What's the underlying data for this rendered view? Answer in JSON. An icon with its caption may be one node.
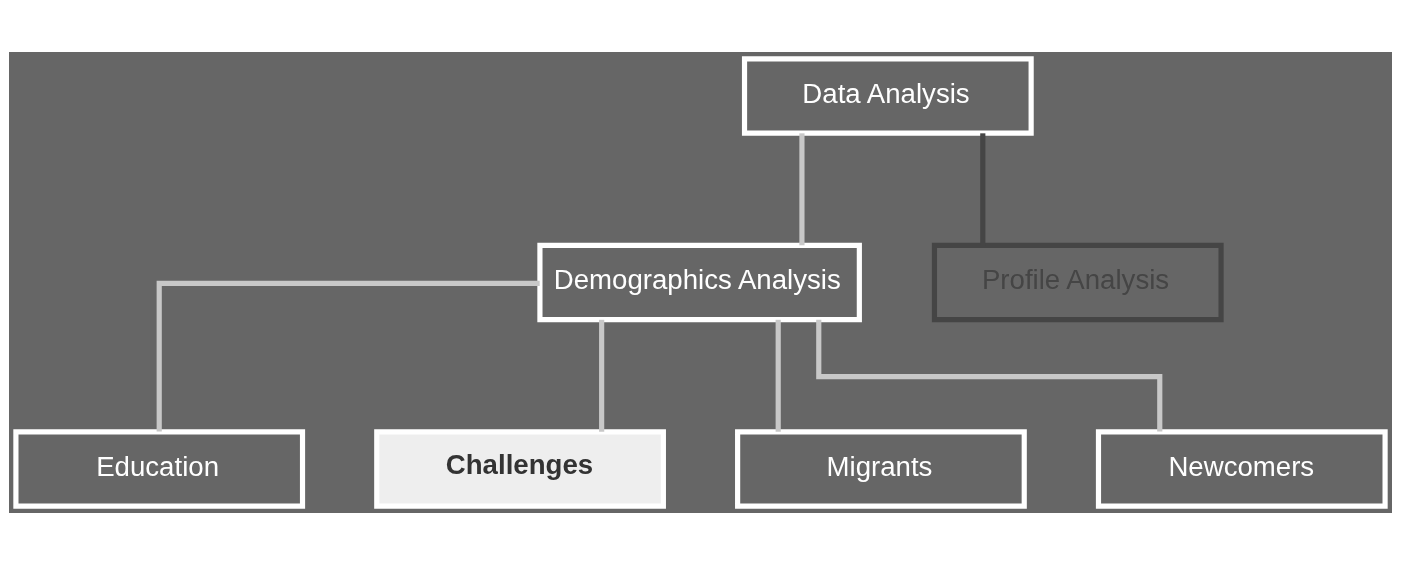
{
  "diagram": {
    "nodes": [
      {
        "text": [
          "Data Analysis"
        ]
      },
      {
        "text": [
          "Demographics Analysis"
        ]
      },
      {
        "text": [
          "Profile Analysis"
        ]
      },
      {
        "text": [
          "Education"
        ]
      },
      {
        "text": [
          "Challenges"
        ]
      },
      {
        "text": [
          "Migrants"
        ]
      },
      {
        "text": [
          "Newcomers"
        ]
      }
    ],
    "edges": [
      {
        "from": 0,
        "to": 1,
        "arrow": "none"
      },
      {
        "from": 0,
        "to": 2,
        "arrow": "none",
        "color": "#454545"
      },
      {
        "from": 1,
        "to": 3,
        "arrow": "none"
      },
      {
        "from": 1,
        "to": 4,
        "arrow": "none"
      },
      {
        "from": 1,
        "to": 5,
        "arrow": "none"
      },
      {
        "from": 1,
        "to": 6,
        "arrow": "none"
      }
    ]
  }
}
